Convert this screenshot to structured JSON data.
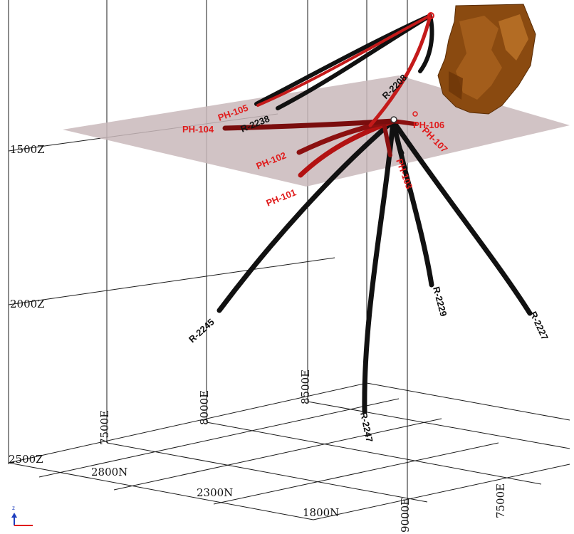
{
  "elevation_labels": {
    "z1": "1500Z",
    "z2": "2000Z",
    "z3": "2500Z"
  },
  "easting_labels": {
    "e1": "7500E",
    "e2": "8000E",
    "e3": "8500E",
    "e4": "9000E",
    "e5": "7500E"
  },
  "northing_labels": {
    "n1": "2800N",
    "n2": "2300N",
    "n3": "1800N"
  },
  "drill_holes": {
    "r2208": "R-2208",
    "r2238": "R-2238",
    "r2245": "R-2245",
    "r2247": "R-2247",
    "r2229": "R-2229",
    "r2227": "R-2227",
    "ph101": "PH-101",
    "ph102": "PH-102",
    "ph103": "PH-103",
    "ph104": "PH-104",
    "ph105": "PH-105",
    "ph106": "PH-106",
    "ph107": "PH-107"
  },
  "colors": {
    "historic_hole": "#111111",
    "recent_hole": "#b31212",
    "recent_label": "#e01b1b",
    "section_plane": "#c9b9bb",
    "ore_body": "#8a4a10"
  },
  "triad": {
    "up": "z"
  }
}
